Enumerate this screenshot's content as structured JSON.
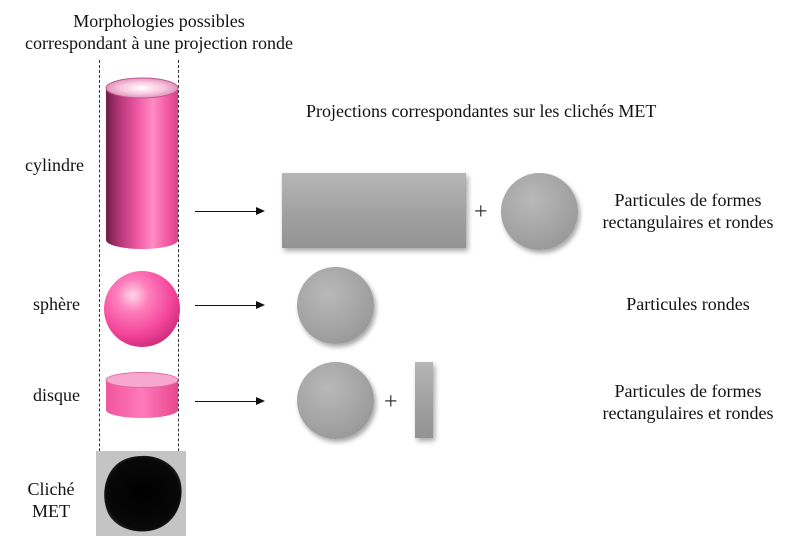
{
  "title": {
    "line1": "Morphologies possibles",
    "line2": "correspondant à une projection ronde"
  },
  "projections_title": "Projections correspondantes sur les clichés MET",
  "rows": {
    "cylinder": {
      "label": "cylindre",
      "desc_line1": "Particules de formes",
      "desc_line2": "rectangulaires et rondes"
    },
    "sphere": {
      "label": "sphère",
      "desc": "Particules rondes"
    },
    "disc": {
      "label": "disque",
      "desc_line1": "Particules de formes",
      "desc_line2": "rectangulaires et rondes"
    },
    "tem": {
      "label_line1": "Cliché",
      "label_line2": "MET"
    }
  },
  "plus_sign": "+",
  "colors": {
    "pink": "#f04f9a",
    "grey": "#a5a5a5",
    "tem_background": "#c4c4c4"
  }
}
